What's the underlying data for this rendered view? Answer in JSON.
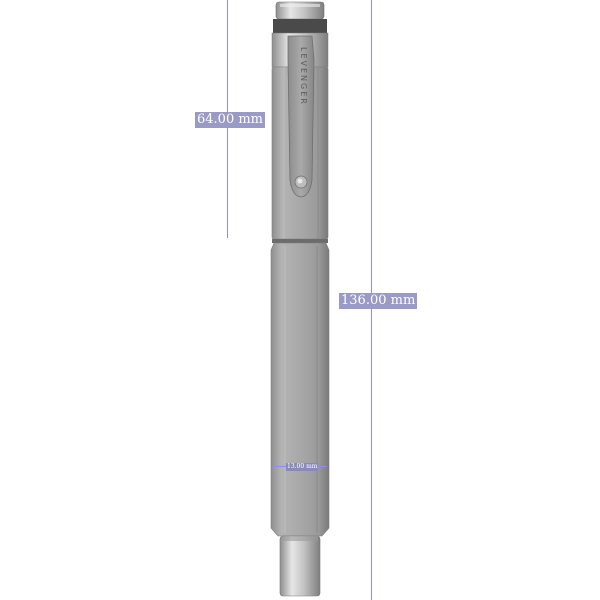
{
  "brand": "LEVENGER",
  "dimensions": {
    "cap_length": "64.00 mm",
    "total_length": "136.00 mm",
    "diameter": "13.00 mm"
  },
  "colors": {
    "dimension_line": "#8c8cf2",
    "label_background": "#9a9ac6",
    "pen_body": "#a8a8a8",
    "pen_shadow": "#858585",
    "chrome": "#cfcfcf"
  }
}
